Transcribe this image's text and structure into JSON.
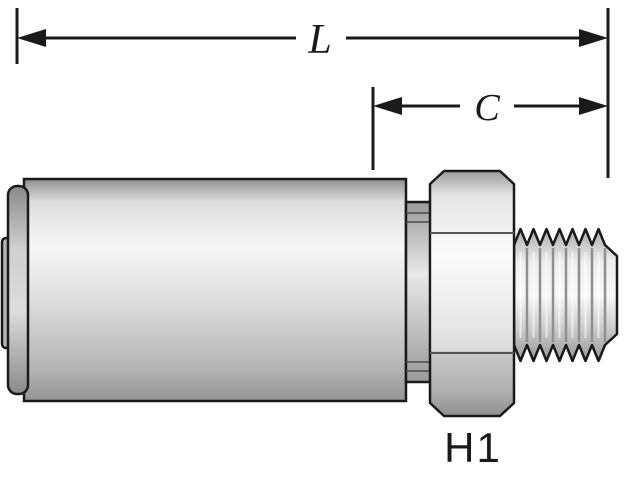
{
  "diagram": {
    "labels": {
      "overall_length": "L",
      "thread_length": "C",
      "part_code": "H1"
    },
    "colors": {
      "line": "#1a1a1a",
      "metal_highlight": "#f7f7f7",
      "metal_mid": "#d9d9d9",
      "metal_shadow": "#8f8f8f",
      "background": "#ffffff"
    }
  }
}
